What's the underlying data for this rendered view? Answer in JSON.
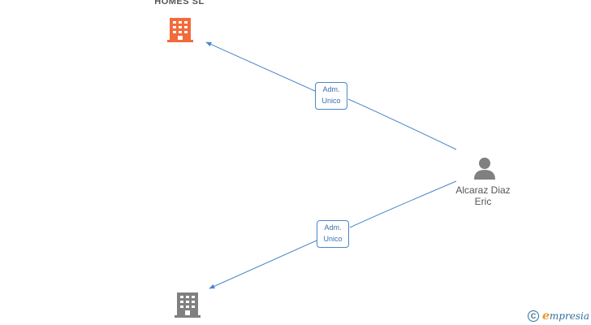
{
  "nodes": {
    "company_top": {
      "name": "HOMES  SL",
      "icon": "building-icon",
      "color": "#f26b3a"
    },
    "company_bottom": {
      "name": "",
      "icon": "building-icon",
      "color": "#808080"
    },
    "person": {
      "name_line1": "Alcaraz Diaz",
      "name_line2": "Eric",
      "icon": "person-icon",
      "color": "#808080"
    }
  },
  "relations": [
    {
      "line1": "Adm.",
      "line2": "Unico",
      "from": "person",
      "to": "company_top"
    },
    {
      "line1": "Adm.",
      "line2": "Unico",
      "from": "person",
      "to": "company_bottom"
    }
  ],
  "colors": {
    "edge": "#4a86c8",
    "brand": "#336e9b",
    "brand_accent": "#e8962e"
  },
  "brand": {
    "copyright_symbol": "C",
    "first_letter": "e",
    "rest": "mpresia"
  }
}
